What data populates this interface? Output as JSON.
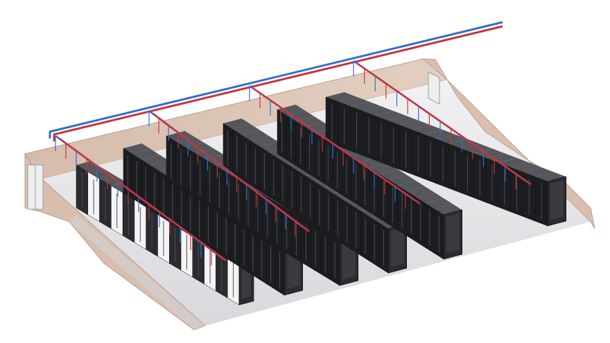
{
  "image": {
    "subject": "datacenter-illustration",
    "colors": {
      "background": "#ffffff",
      "wall": "#dcc3b2",
      "wall_edge": "#b89f8f",
      "floor": "#e9e9ec",
      "rack_front": "#2b2c30",
      "rack_top": "#55575c",
      "rack_side": "#1c1d20",
      "rack_vent": "#4a4c52",
      "pipe_supply": "#2f6fd0",
      "pipe_return": "#c8343a"
    },
    "rows": [
      {
        "id": "row-1",
        "rack_count": 14
      },
      {
        "id": "row-2",
        "rack_count": 18
      },
      {
        "id": "row-3",
        "rack_count": 18
      },
      {
        "id": "row-4",
        "rack_count": 18
      },
      {
        "id": "row-5",
        "rack_count": 18
      },
      {
        "id": "row-6",
        "rack_count": 18
      }
    ]
  }
}
